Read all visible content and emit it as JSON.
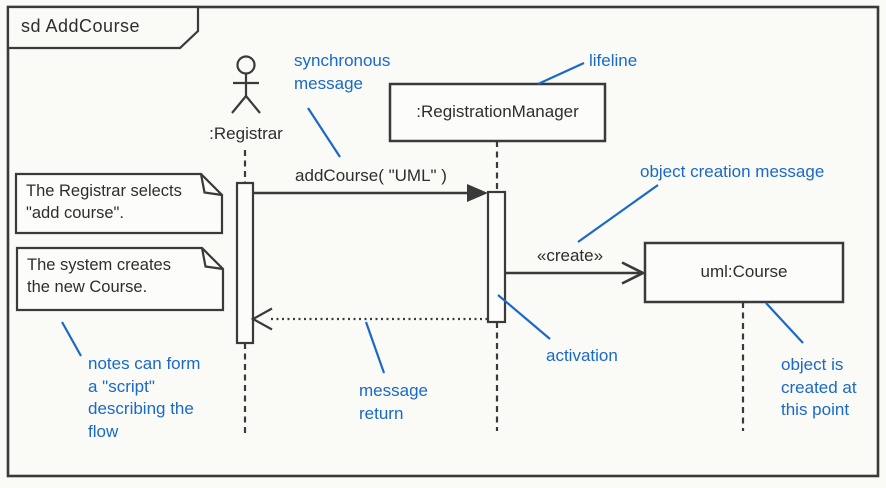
{
  "colors": {
    "ink": "#3a3a3a",
    "annotation_blue": "#1a69c9",
    "paper": "#fafaf6"
  },
  "frame": {
    "title": "sd AddCourse"
  },
  "actor": {
    "label": ":Registrar"
  },
  "objects": {
    "registration_manager": ":RegistrationManager",
    "course": "uml:Course"
  },
  "messages": {
    "sync_call": "addCourse( \"UML\" )",
    "create": "«create»"
  },
  "notes": {
    "note1": "The Registrar selects\n\"add course\".",
    "note2": "The system creates\nthe new Course."
  },
  "annotations": {
    "synchronous_message": "synchronous\nmessage",
    "lifeline": "lifeline",
    "object_creation_message": "object creation message",
    "activation": "activation",
    "message_return": "message\nreturn",
    "notes_script": "notes can form\na \"script\"\ndescribing the\nflow",
    "object_created": "object is\ncreated at\nthis point"
  }
}
